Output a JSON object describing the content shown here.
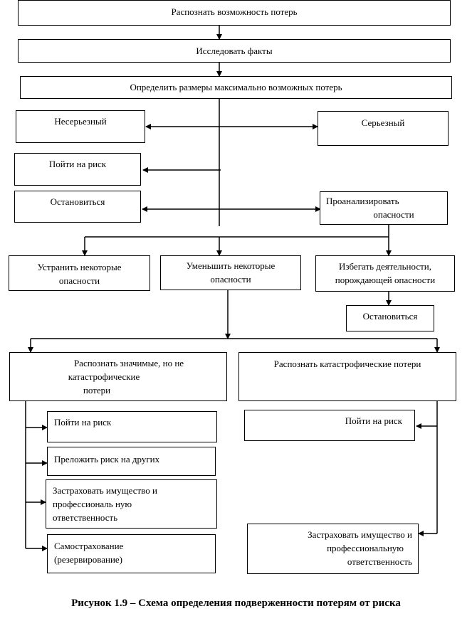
{
  "boxes": {
    "recognize": "Распознать возможность потерь",
    "investigate": "Исследовать факты",
    "determine": "Определить размеры  максимально возможных потерь",
    "minor": "Несерьезный",
    "serious": "Серьезный",
    "take_risk_1": "Пойти на риск",
    "stop_1": "Остановиться",
    "analyze_l1": "Проанализировать",
    "analyze_l2": "опасности",
    "eliminate_l1": "Устранить некоторые",
    "eliminate_l2": "опасности",
    "reduce_l1": "Уменьшить некоторые",
    "reduce_l2": "опасности",
    "avoid_l1": "Избегать деятельности,",
    "avoid_l2": "порождающей опасности",
    "stop_2": "Остановиться",
    "significant_l1": "Распознать  значимые, но не",
    "significant_l2": "катастрофические",
    "significant_l3": "потери",
    "catastrophic": "Распознать  катастрофические потери",
    "take_risk_2": "Пойти на риск",
    "transfer": "Преложить риск на других",
    "insure_l1": "Застраховать имущество и",
    "insure_l2": "профессиональ ную",
    "insure_l3": "ответственность",
    "self_l1": "Самострахование",
    "self_l2": "(резервирование)",
    "take_risk_3": "Пойти на риск",
    "insure2_l1": "Застраховать имущество и",
    "insure2_l2": "профессиональную",
    "insure2_l3": "ответственность"
  },
  "caption": "Рисунок 1.9 – Схема определения  подверженности потерям от риска"
}
